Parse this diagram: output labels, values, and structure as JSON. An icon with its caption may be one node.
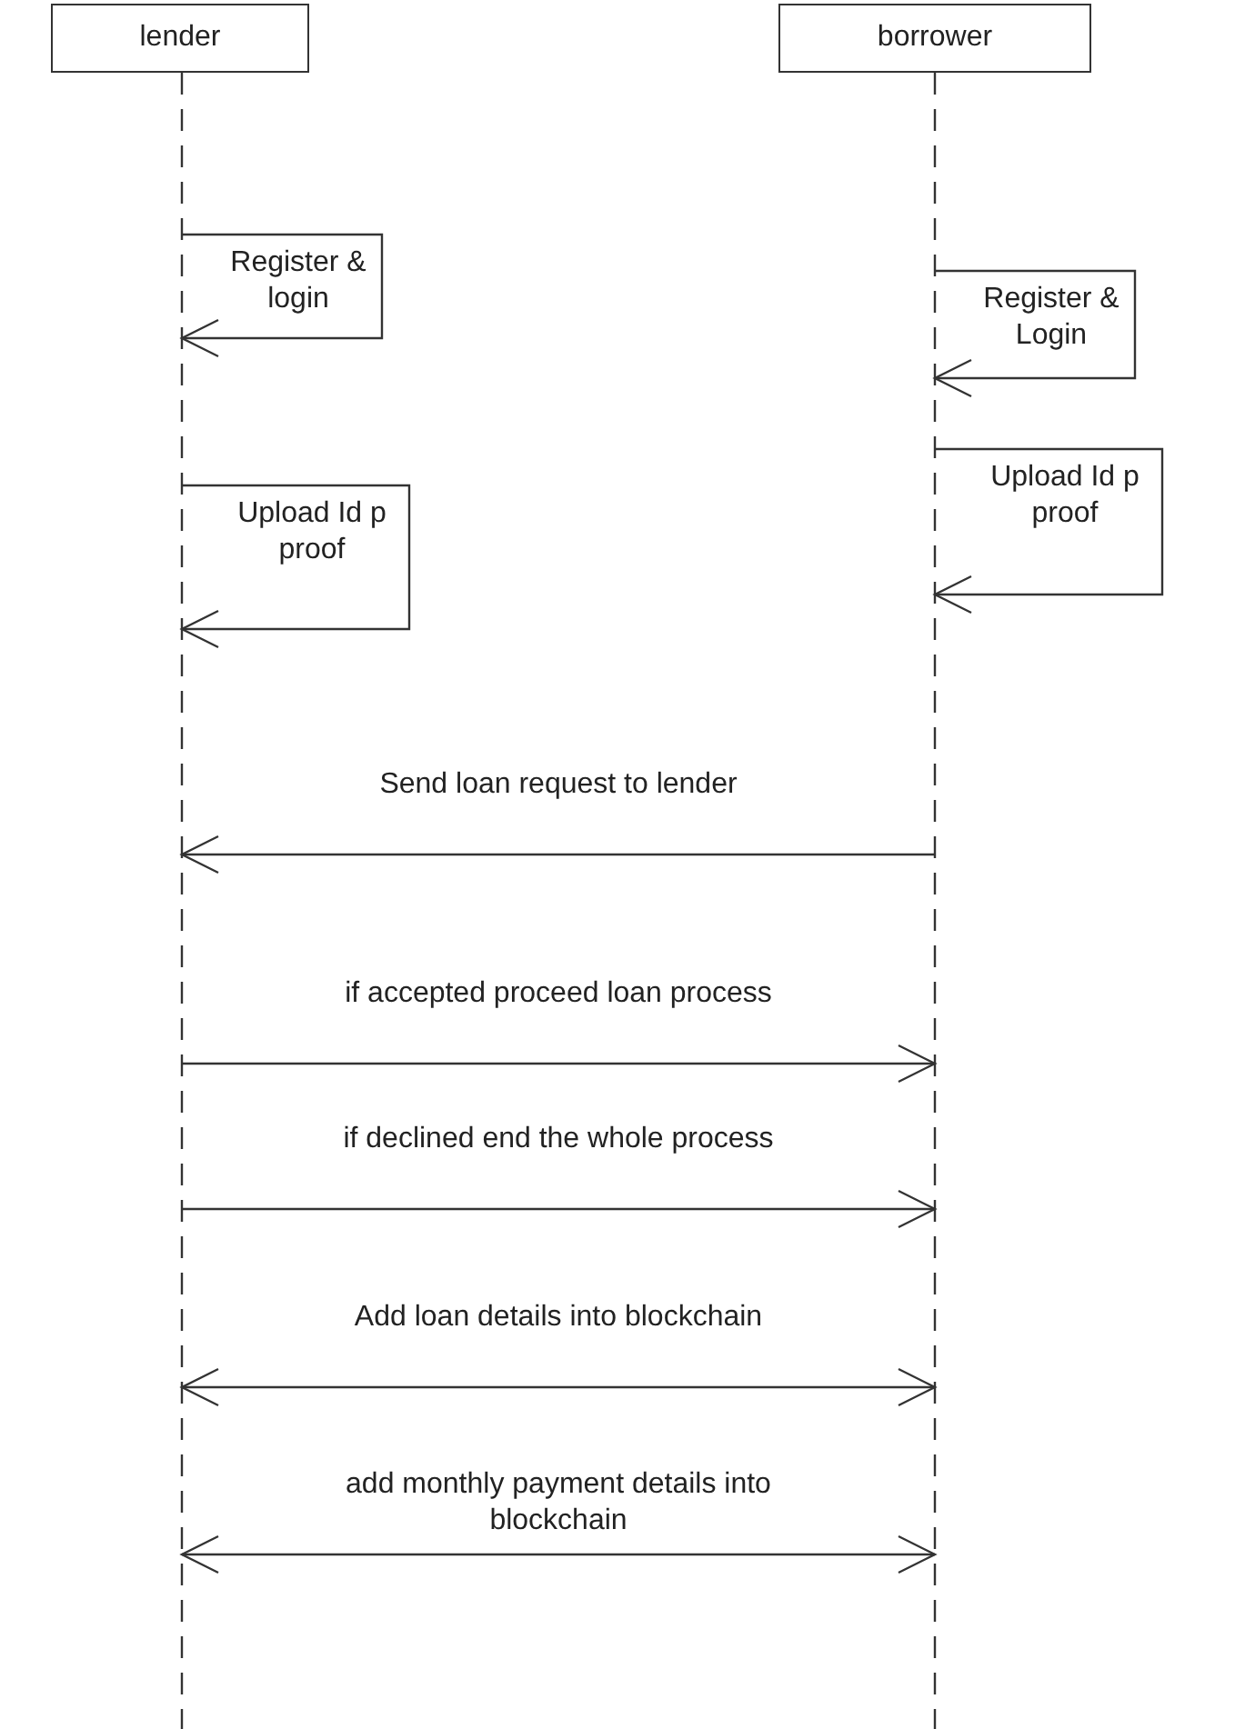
{
  "diagram": {
    "nodes": [
      {
        "text": [
          "lender"
        ]
      },
      {
        "text": [
          "borrower"
        ]
      }
    ],
    "edges": [
      {
        "from": 0,
        "to": 0,
        "arrow": "to",
        "label": "Register & login"
      },
      {
        "from": 1,
        "to": 1,
        "arrow": "to",
        "label": "Register & Login"
      },
      {
        "from": 0,
        "to": 0,
        "arrow": "to",
        "label": "Upload Id p proof"
      },
      {
        "from": 1,
        "to": 1,
        "arrow": "to",
        "label": "Upload Id p proof"
      },
      {
        "from": 1,
        "to": 0,
        "arrow": "to",
        "label": "Send loan request to lender"
      },
      {
        "from": 0,
        "to": 1,
        "arrow": "to",
        "label": "if accepted proceed loan process"
      },
      {
        "from": 0,
        "to": 1,
        "arrow": "to",
        "label": "if declined end the whole process"
      },
      {
        "from": 0,
        "to": 1,
        "arrow": "both",
        "label": "Add loan details into blockchain"
      },
      {
        "from": 0,
        "to": 1,
        "arrow": "both",
        "label": "add monthly payment details into blockchain"
      }
    ]
  }
}
